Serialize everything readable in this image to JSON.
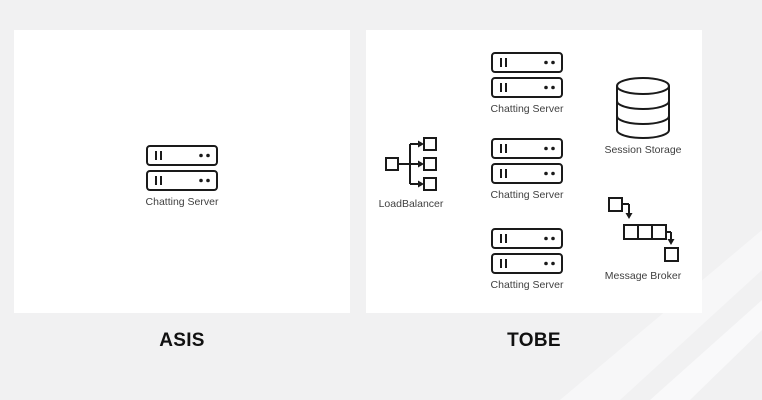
{
  "asis": {
    "heading": "ASIS",
    "server_label": "Chatting Server"
  },
  "tobe": {
    "heading": "TOBE",
    "load_balancer_label": "LoadBalancer",
    "server_labels": [
      "Chatting Server",
      "Chatting Server",
      "Chatting Server"
    ],
    "session_storage_label": "Session Storage",
    "message_broker_label": "Message Broker"
  },
  "icons": {
    "server": "server-rack-icon",
    "load_balancer": "load-balancer-icon",
    "database": "database-icon",
    "queue": "message-queue-icon"
  },
  "colors": {
    "background": "#f1f1f2",
    "panel": "#ffffff",
    "stroke": "#1a1a1a",
    "heading": "#111111",
    "label": "#404040"
  }
}
